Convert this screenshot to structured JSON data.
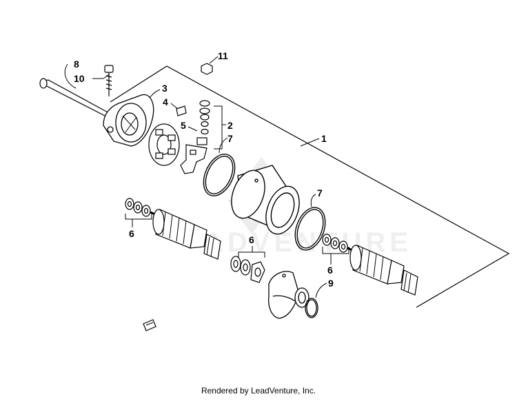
{
  "callouts": {
    "c1": "1",
    "c2": "2",
    "c3": "3",
    "c4": "4",
    "c5": "5",
    "c6a": "6",
    "c6b": "6",
    "c6c": "6",
    "c7a": "7",
    "c7b": "7",
    "c8": "8",
    "c9": "9",
    "c10": "10",
    "c11": "11"
  },
  "watermark": "ADVENTURE",
  "footer": "Rendered by LeadVenture, Inc."
}
